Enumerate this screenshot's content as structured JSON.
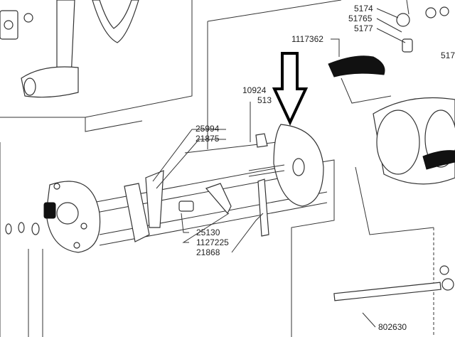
{
  "diagram": {
    "labels": {
      "p5174": "5174",
      "p51765": "51765",
      "p5177": "5177",
      "p1117362": "1117362",
      "p517_cut": "517",
      "p10924_cut": "10924",
      "p513_cut": "513",
      "p25994": "25994",
      "p21875": "21875",
      "p25130": "25130",
      "p1127225": "1127225",
      "p21868": "21868",
      "p802630": "802630"
    },
    "pointer_arrow": "down-arrow-icon"
  }
}
